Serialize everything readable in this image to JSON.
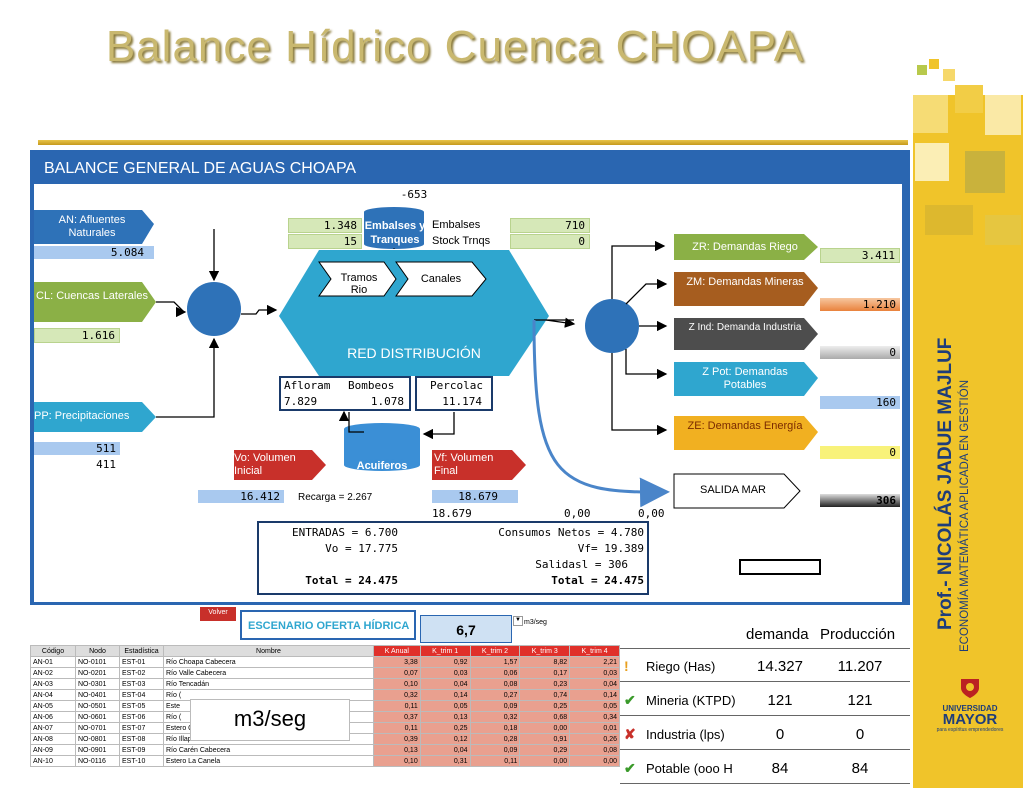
{
  "title": "Balance Hídrico Cuenca CHOAPA",
  "author": {
    "name": "Prof.- NICOLÁS JADUE MAJLUF",
    "subtitle": "ECONOMÍA MATEMÁTICA APLICADA EN GESTIÓN"
  },
  "logo": {
    "line1": "UNIVERSIDAD",
    "line2": "MAYOR",
    "tagline": "para espíritus emprendedores"
  },
  "colors": {
    "banner": "#f0c42a",
    "panel": "#2a66b1",
    "hex": "#2fa6cf",
    "green": "#8bb046",
    "blue": "#2e72b8"
  },
  "diagram": {
    "header": "BALANCE GENERAL DE AGUAS  CHOAPA",
    "top_value": "-653",
    "an_label": "AN: Afluentes Naturales",
    "an_value": "5.084",
    "cl_label": "CL: Cuencas Laterales",
    "cl_value": "1.616",
    "pp_label": "PP: Precipitaciones",
    "pp_value1": "511",
    "pp_value2": "411",
    "emb_left1": "1.348",
    "emb_left2": "15",
    "emb_label1": "Embalses y",
    "emb_label2": "Tranques",
    "emb_right_label1": "Embalses",
    "emb_right_label2": "Stock Trnqs",
    "emb_right1": "710",
    "emb_right2": "0",
    "tramos": "Tramos Rio",
    "canales": "Canales",
    "red": "RED DISTRIBUCIÓN",
    "aflor_label": "Afloram",
    "bomb_label": "Bombeos",
    "perc_label": "Percolac",
    "aflor_value": "7.829",
    "bomb_value": "1.078",
    "perc_value": "11.174",
    "vo_label": "Vo: Volumen Inicial",
    "vf_label": "Vf: Volumen Final",
    "acuiferos": "Acuiferos",
    "vo_value": "16.412",
    "recarga": "Recarga = 2.267",
    "vf_value": "18.679",
    "vf_sub": "18.679",
    "zero1": "0,00",
    "zero2": "0,00",
    "zr_label": "ZR: Demandas Riego",
    "zr_value": "3.411",
    "zm_label": "ZM: Demandas Mineras",
    "zm_value": "1.210",
    "zi_label": "Z Ind: Demanda Industria",
    "zi_value": "0",
    "zp_label": "Z Pot: Demandas Potables",
    "zp_value": "160",
    "ze_label": "ZE: Demandas Energía",
    "ze_value": "0",
    "mar_label": "SALIDA MAR",
    "mar_value": "306",
    "summary": {
      "entradas": "ENTRADAS = 6.700",
      "vo": "Vo = 17.775",
      "total_l": "Total = 24.475",
      "consumos": "Consumos Netos = 4.780",
      "vf": "Vf= 19.389",
      "salida": "Salidasl = 306",
      "total_r": "Total = 24.475"
    }
  },
  "sheet": {
    "volver": "Volver",
    "escenario": "ESCENARIO OFERTA HÍDRICA",
    "value": "6,7",
    "unit": "m3/seg",
    "overlay_unit": "m3/seg",
    "headers": [
      "Código",
      "Nodo",
      "Estadística",
      "Nombre",
      "K Anual",
      "K_trim 1",
      "K_trim 2",
      "K_trim 3",
      "K_trim 4"
    ],
    "rows": [
      [
        "AN-01",
        "NO-0101",
        "EST-01",
        "Río Choapa Cabecera",
        "3,38",
        "0,92",
        "1,57",
        "8,82",
        "2,21"
      ],
      [
        "AN-02",
        "NO-0201",
        "EST-02",
        "Río Valle Cabecera",
        "0,07",
        "0,03",
        "0,06",
        "0,17",
        "0,03"
      ],
      [
        "AN-03",
        "NO-0301",
        "EST-03",
        "Río Tencadán",
        "0,10",
        "0,04",
        "0,08",
        "0,23",
        "0,04"
      ],
      [
        "AN-04",
        "NO-0401",
        "EST-04",
        "Río (",
        "0,32",
        "0,14",
        "0,27",
        "0,74",
        "0,14"
      ],
      [
        "AN-05",
        "NO-0501",
        "EST-05",
        "Este",
        "0,11",
        "0,05",
        "0,09",
        "0,25",
        "0,05"
      ],
      [
        "AN-06",
        "NO-0601",
        "EST-06",
        "Río (",
        "0,37",
        "0,13",
        "0,32",
        "0,68",
        "0,34"
      ],
      [
        "AN-07",
        "NO-0701",
        "EST-07",
        "Estero Camisas",
        "0,11",
        "0,25",
        "0,18",
        "0,00",
        "0,01"
      ],
      [
        "AN-08",
        "NO-0801",
        "EST-08",
        "Río Illapel Cabecera",
        "0,39",
        "0,12",
        "0,28",
        "0,91",
        "0,26"
      ],
      [
        "AN-09",
        "NO-0901",
        "EST-09",
        "Río Carén Cabecera",
        "0,13",
        "0,04",
        "0,09",
        "0,29",
        "0,08"
      ],
      [
        "AN-10",
        "NO-0116",
        "EST-10",
        "Estero La Canela",
        "0,10",
        "0,31",
        "0,11",
        "0,00",
        "0,00"
      ]
    ]
  },
  "demand": {
    "col1": "demanda",
    "col2": "Producción",
    "rows": [
      {
        "icon": "!",
        "label": "Riego (Has)",
        "demanda": "14.327",
        "produccion": "11.207"
      },
      {
        "icon": "✔",
        "label": "Mineria (KTPD)",
        "demanda": "121",
        "produccion": "121"
      },
      {
        "icon": "✘",
        "label": "Industria (lps)",
        "demanda": "0",
        "produccion": "0"
      },
      {
        "icon": "✔",
        "label": "Potable (ooo H",
        "demanda": "84",
        "produccion": "84"
      }
    ]
  }
}
